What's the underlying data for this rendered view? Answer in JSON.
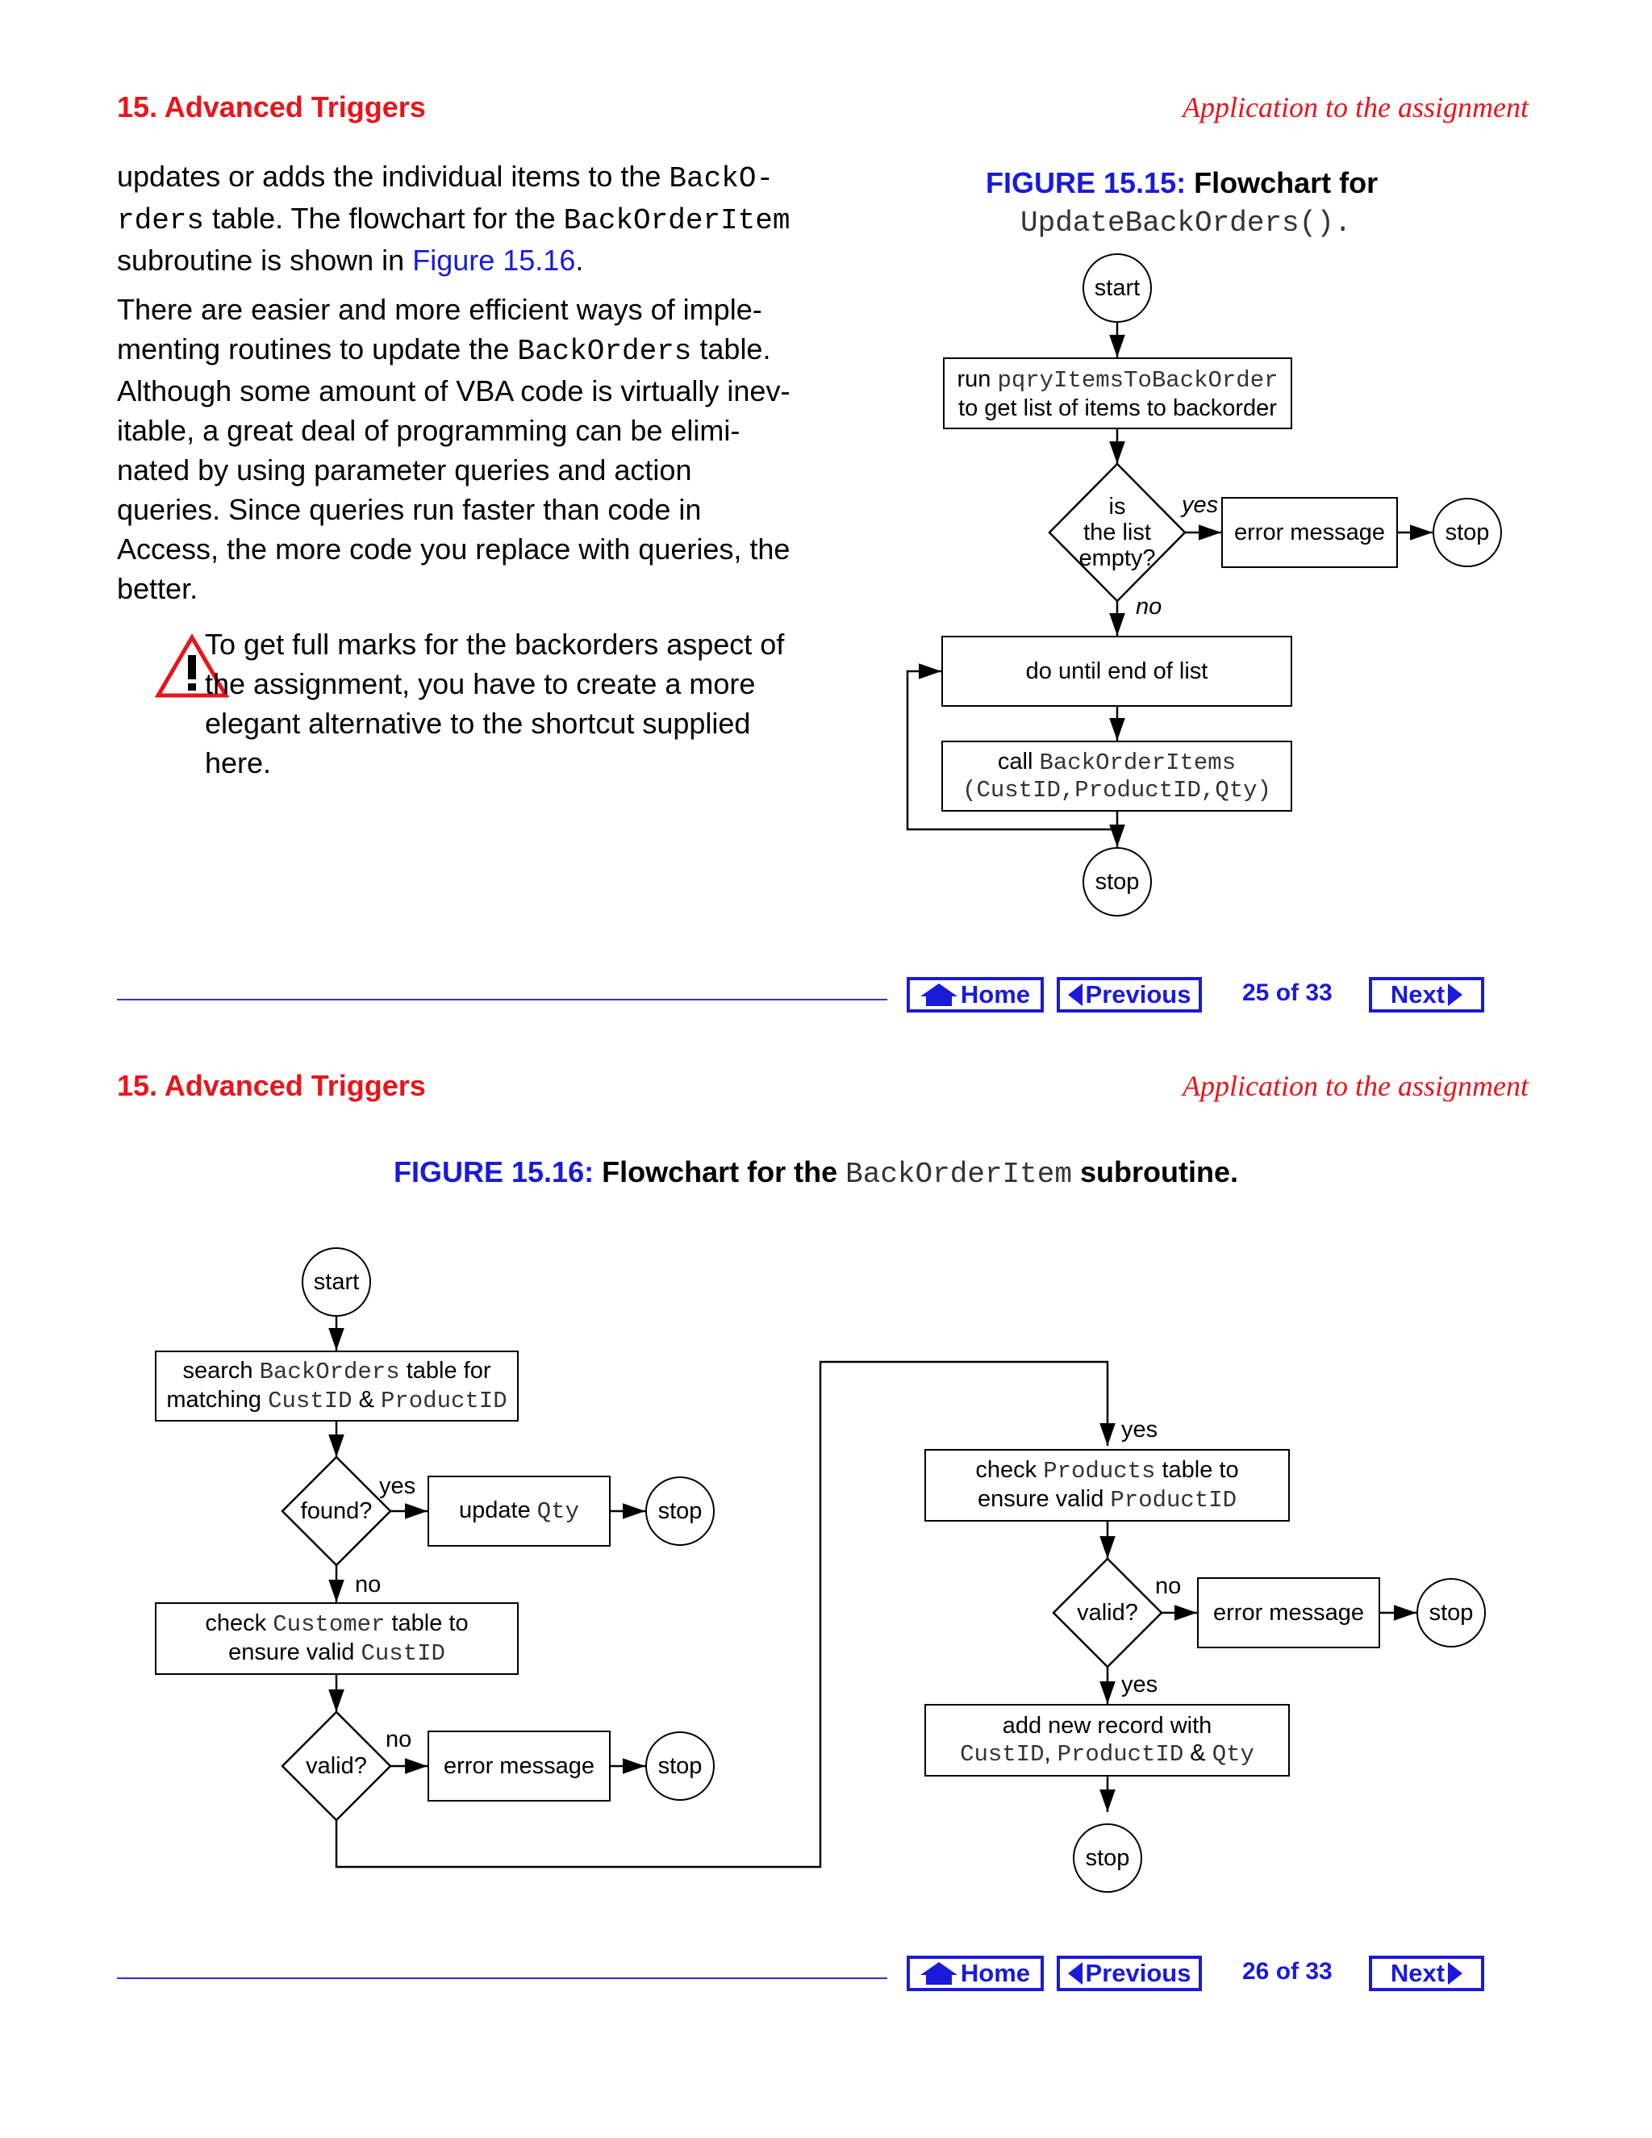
{
  "page1": {
    "section_title": "15. Advanced Triggers",
    "section_right": "Application to the assignment",
    "para1": {
      "t1": "updates or adds the individual items to the ",
      "c1": "BackO-",
      "c2": "rders",
      "t2": " table. The flowchart for the ",
      "c3": "BackOrderItem",
      "t3": "subroutine is shown in ",
      "link": "Figure 15.16",
      "t4": "."
    },
    "para2": {
      "l1": "There are easier and more efficient ways of imple-",
      "l2a": "menting routines to update the ",
      "l2c": "BackOrders",
      "l2b": " table.",
      "l3": "Although some amount of VBA code is virtually inev-",
      "l4": "itable, a great deal of programming can be elimi-",
      "l5": "nated by using parameter queries and action",
      "l6": "queries. Since queries run faster than code in",
      "l7": "Access, the more code you replace with queries, the",
      "l8": "better."
    },
    "warning": {
      "l1": "To get full marks for the backorders aspect of",
      "l2": "the assignment, you have to create a more",
      "l3": "elegant alternative to the shortcut supplied",
      "l4": "here."
    },
    "figure": {
      "label": "FIGURE 15.15:",
      "title": " Flowchart for",
      "code": "UpdateBackOrders().",
      "start": "start",
      "run_pre": "run ",
      "run_code": "pqryItemsToBackOrder",
      "run_line2": "to get list of items to backorder",
      "diamond1": "is",
      "diamond2": "the list",
      "diamond3": "empty?",
      "yes": "yes",
      "no": "no",
      "error": "error message",
      "stop": "stop",
      "loop": "do until end of list",
      "call_pre": "call ",
      "call_code": "BackOrderItems",
      "call_args": "(CustID,ProductID,Qty)",
      "stop2": "stop"
    },
    "nav": {
      "home": "Home",
      "previous": "Previous",
      "page": "25 of 33",
      "next": "Next"
    }
  },
  "page2": {
    "section_title": "15. Advanced Triggers",
    "section_right": "Application to the assignment",
    "figure": {
      "label": "FIGURE 15.16:",
      "title_a": " Flowchart for the ",
      "code": "BackOrderItem",
      "title_b": " subroutine.",
      "start": "start",
      "search_a": "search ",
      "search_code": "BackOrders",
      "search_b": " table for",
      "match_a": "matching ",
      "match_c1": "CustID",
      "match_amp": " & ",
      "match_c2": "ProductID",
      "found": "found?",
      "yes1": "yes",
      "update_a": "update ",
      "update_code": "Qty",
      "stop1": "stop",
      "no1": "no",
      "cust_a": "check ",
      "cust_code": "Customer",
      "cust_b": " table to",
      "cust_line2": "ensure valid ",
      "cust_code2": "CustID",
      "valid1": "valid?",
      "no2": "no",
      "error1": "error message",
      "stop2": "stop",
      "yes2": "yes",
      "prod_a": "check ",
      "prod_code": "Products",
      "prod_b": " table to",
      "prod_line2": "ensure valid ",
      "prod_code2": "ProductID",
      "valid2": "valid?",
      "no3": "no",
      "error2": "error message",
      "stop3": "stop",
      "yes3": "yes",
      "add_line1": "add new record with",
      "add_c1": "CustID",
      "add_comma": ", ",
      "add_c2": "ProductID",
      "add_amp": " & ",
      "add_c3": "Qty",
      "stop4": "stop"
    },
    "nav": {
      "home": "Home",
      "previous": "Previous",
      "page": "26 of 33",
      "next": "Next"
    }
  }
}
